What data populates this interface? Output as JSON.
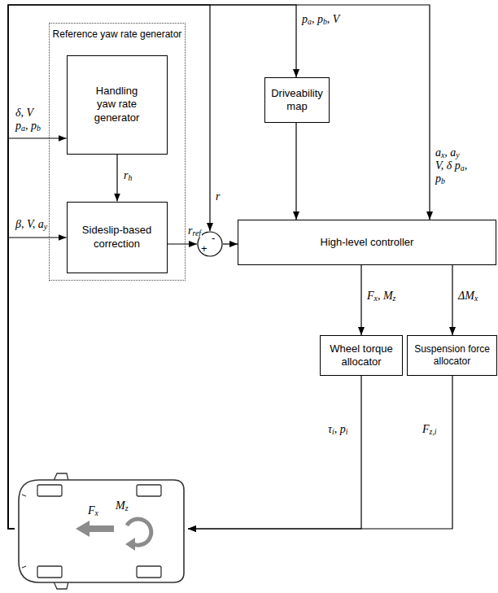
{
  "diagram": {
    "nodes": [
      {
        "text": [
          "Reference yaw rate generator"
        ]
      },
      {
        "text": [
          "Handling yaw rate generator"
        ],
        "in": 0
      },
      {
        "text": [
          "Sideslip-based correction"
        ],
        "in": 0
      },
      {
        "text": [
          "-",
          "+"
        ]
      },
      {
        "text": [
          "Driveability map"
        ]
      },
      {
        "text": [
          "High-level controller"
        ]
      },
      {
        "text": [
          "Wheel torque allocator"
        ]
      },
      {
        "text": [
          "Suspension force allocator"
        ]
      },
      {
        "text": [
          "Fx",
          "Mz"
        ]
      }
    ],
    "edges": [
      {
        "from": 8,
        "to": 1,
        "arrow": "to",
        "label": "δ, V pa, pb"
      },
      {
        "from": 8,
        "to": 2,
        "arrow": "to",
        "label": "β, V, ay"
      },
      {
        "from": 8,
        "to": 3,
        "arrow": "to",
        "label": "r"
      },
      {
        "from": 8,
        "to": 4,
        "arrow": "to",
        "label": "pa, pb, V"
      },
      {
        "from": 8,
        "to": 5,
        "arrow": "to",
        "label": "ax, ay V, δ pa, pb"
      },
      {
        "from": 1,
        "to": 2,
        "arrow": "to",
        "label": "rh"
      },
      {
        "from": 2,
        "to": 3,
        "arrow": "to",
        "label": "rref"
      },
      {
        "from": 3,
        "to": 5,
        "arrow": "to"
      },
      {
        "from": 4,
        "to": 5,
        "arrow": "to"
      },
      {
        "from": 5,
        "to": 6,
        "arrow": "to",
        "label": "Fx, Mz"
      },
      {
        "from": 5,
        "to": 7,
        "arrow": "to",
        "label": "ΔMx"
      },
      {
        "from": 6,
        "to": 8,
        "arrow": "to",
        "label": "τi, pi"
      },
      {
        "from": 7,
        "to": 8,
        "arrow": "to",
        "label": "Fz,i"
      }
    ]
  }
}
